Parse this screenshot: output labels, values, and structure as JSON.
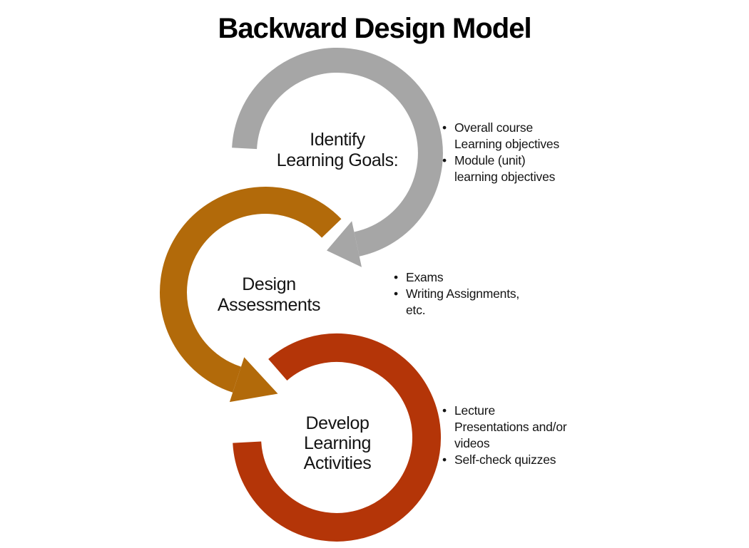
{
  "title": "Backward Design Model",
  "colors": {
    "step1": "#A6A6A6",
    "step2": "#B26A0A",
    "step3": "#B43508",
    "title_text": "#000000",
    "body_text": "#141414",
    "background": "#FFFFFF"
  },
  "steps": [
    {
      "name": "identify-learning-goals",
      "label_lines": [
        "Identify",
        "Learning Goals:"
      ],
      "bullets": [
        {
          "lines": [
            "Overall course",
            "Learning objectives"
          ]
        },
        {
          "lines": [
            "Module (unit)",
            "learning objectives"
          ]
        }
      ]
    },
    {
      "name": "design-assessments",
      "label_lines": [
        "Design",
        "Assessments"
      ],
      "bullets": [
        {
          "lines": [
            "Exams"
          ]
        },
        {
          "lines": [
            "Writing Assignments,",
            "etc."
          ]
        }
      ]
    },
    {
      "name": "develop-learning-activities",
      "label_lines": [
        "Develop",
        "Learning",
        "Activities"
      ],
      "bullets": [
        {
          "lines": [
            "Lecture",
            "Presentations and/or",
            "videos"
          ]
        },
        {
          "lines": [
            "Self-check quizzes"
          ]
        }
      ]
    }
  ]
}
